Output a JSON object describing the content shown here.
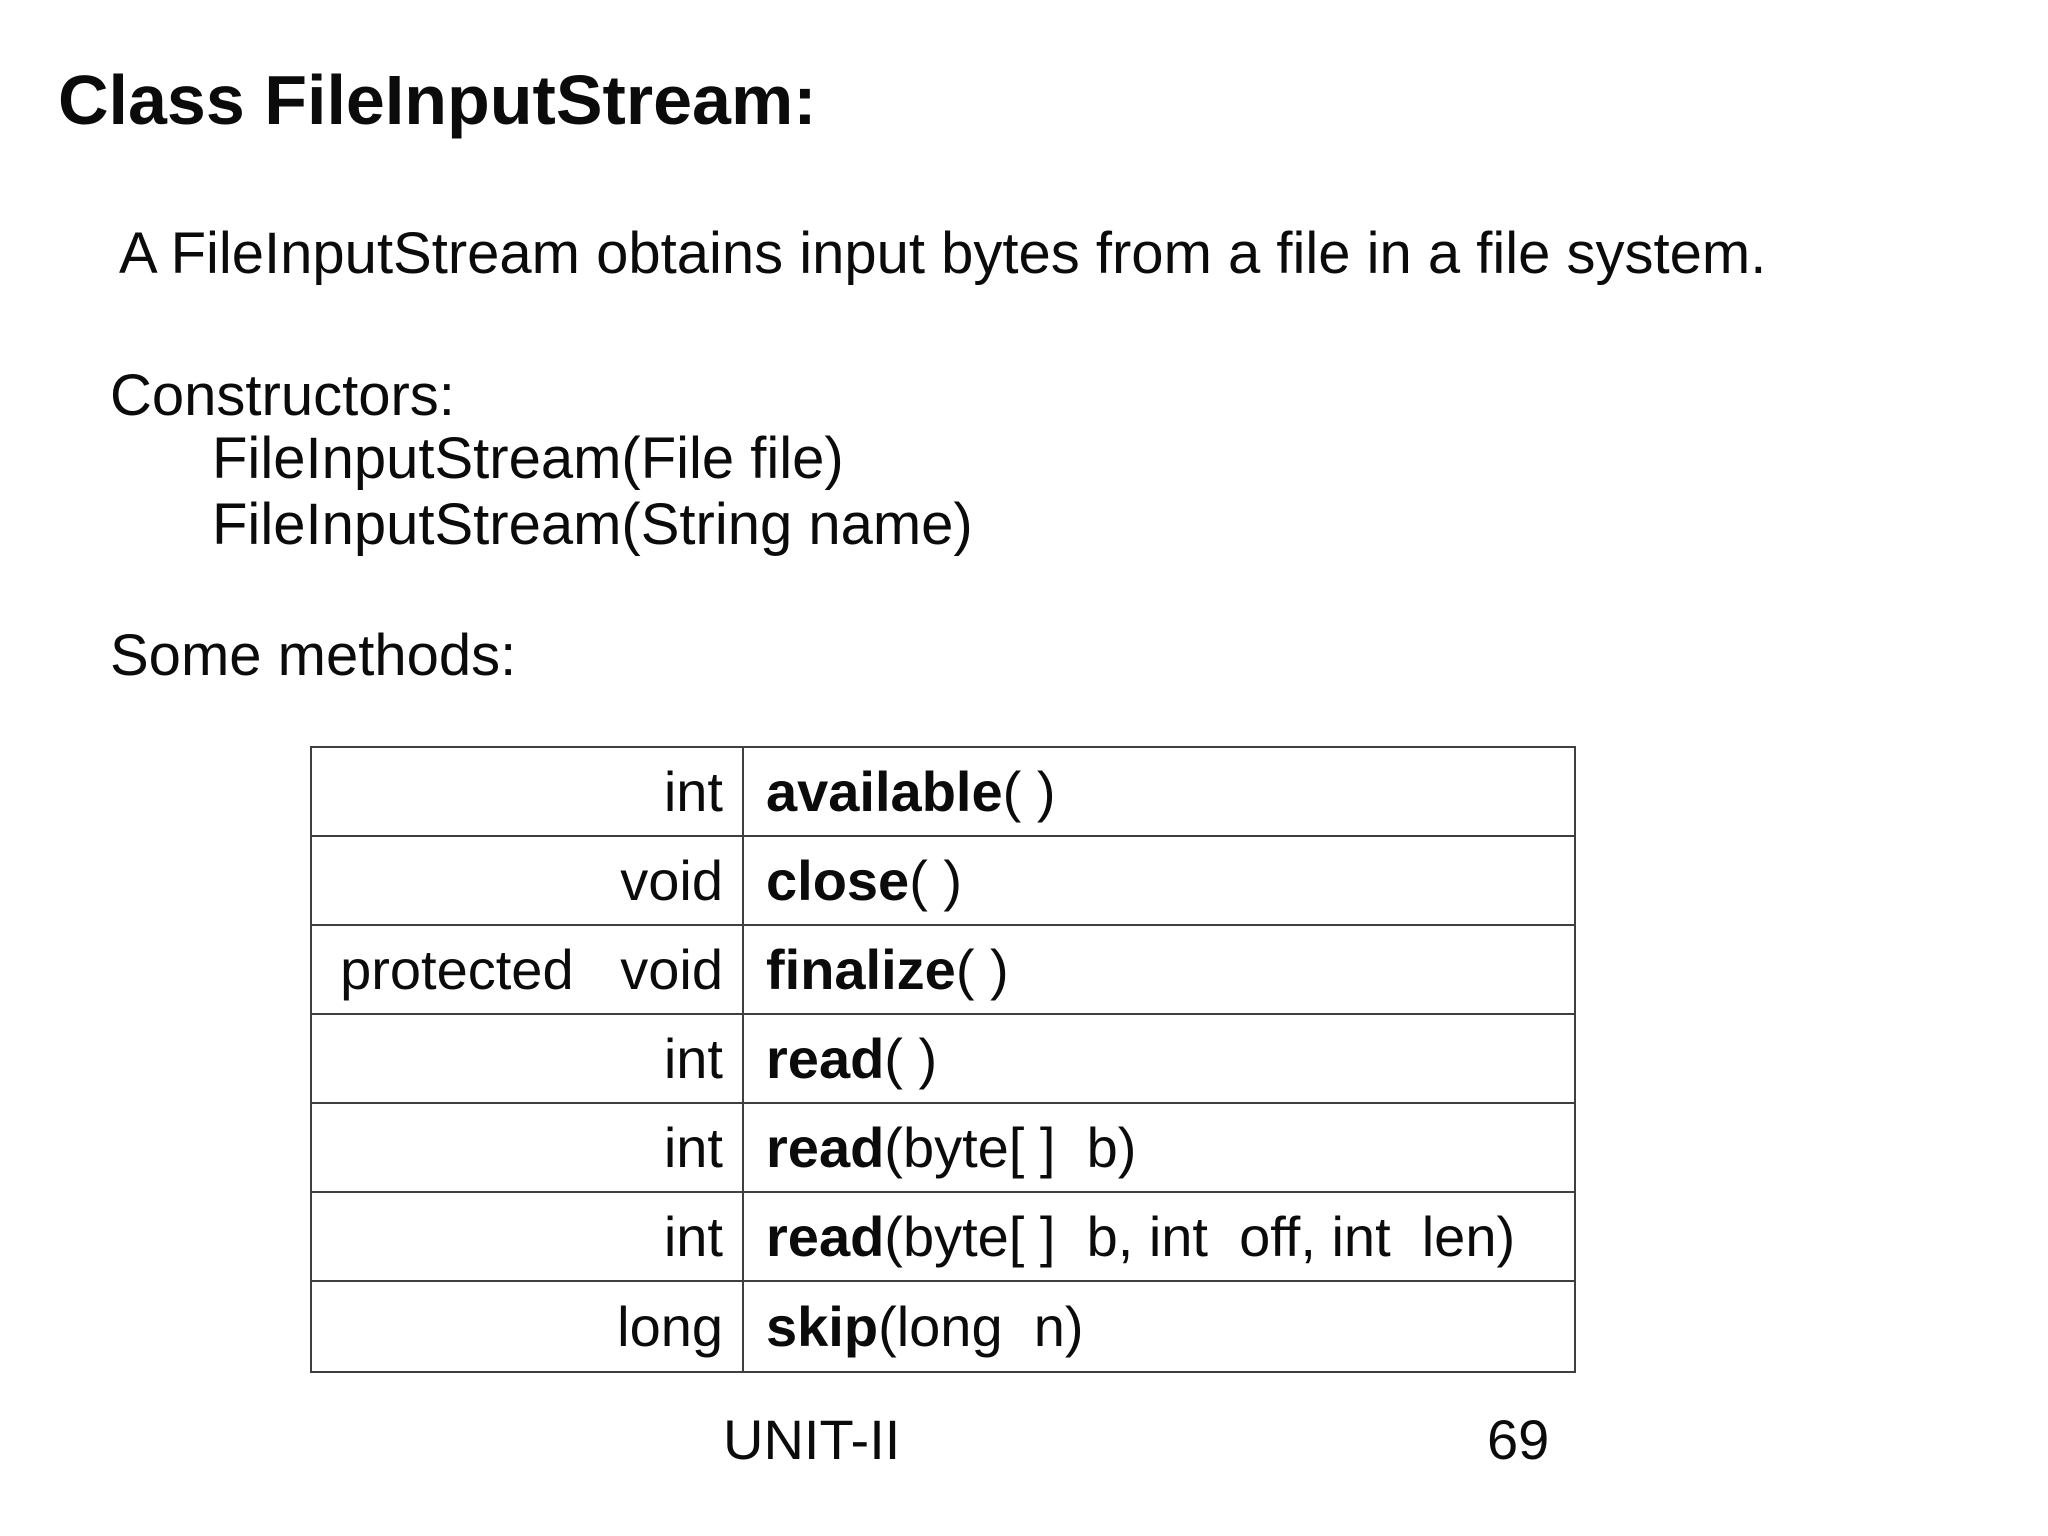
{
  "slide": {
    "title": "Class FileInputStream:",
    "description": "A FileInputStream obtains input bytes from a file in a file system.",
    "constructors": {
      "heading": "Constructors:",
      "items": [
        "FileInputStream(File file)",
        "FileInputStream(String name)"
      ]
    },
    "methods": {
      "heading": "Some methods:",
      "table": {
        "rows": [
          {
            "return_type": "int",
            "name": "available",
            "args": "( )"
          },
          {
            "return_type": "void",
            "name": "close",
            "args": "( )"
          },
          {
            "return_type": "protected   void",
            "name": "finalize",
            "args": "( )"
          },
          {
            "return_type": "int",
            "name": "read",
            "args": "( )"
          },
          {
            "return_type": "int",
            "name": "read",
            "args": "(byte[ ]  b)"
          },
          {
            "return_type": "int",
            "name": "read",
            "args": "(byte[ ]  b, int  off, int  len)"
          },
          {
            "return_type": "long",
            "name": "skip",
            "args": "(long  n)"
          }
        ]
      }
    },
    "footer": {
      "unit": "UNIT-II",
      "page_number": "69"
    }
  },
  "colors": {
    "background": "#ffffff",
    "text": "#0b0b0b",
    "table_border": "#3f3f3f"
  }
}
